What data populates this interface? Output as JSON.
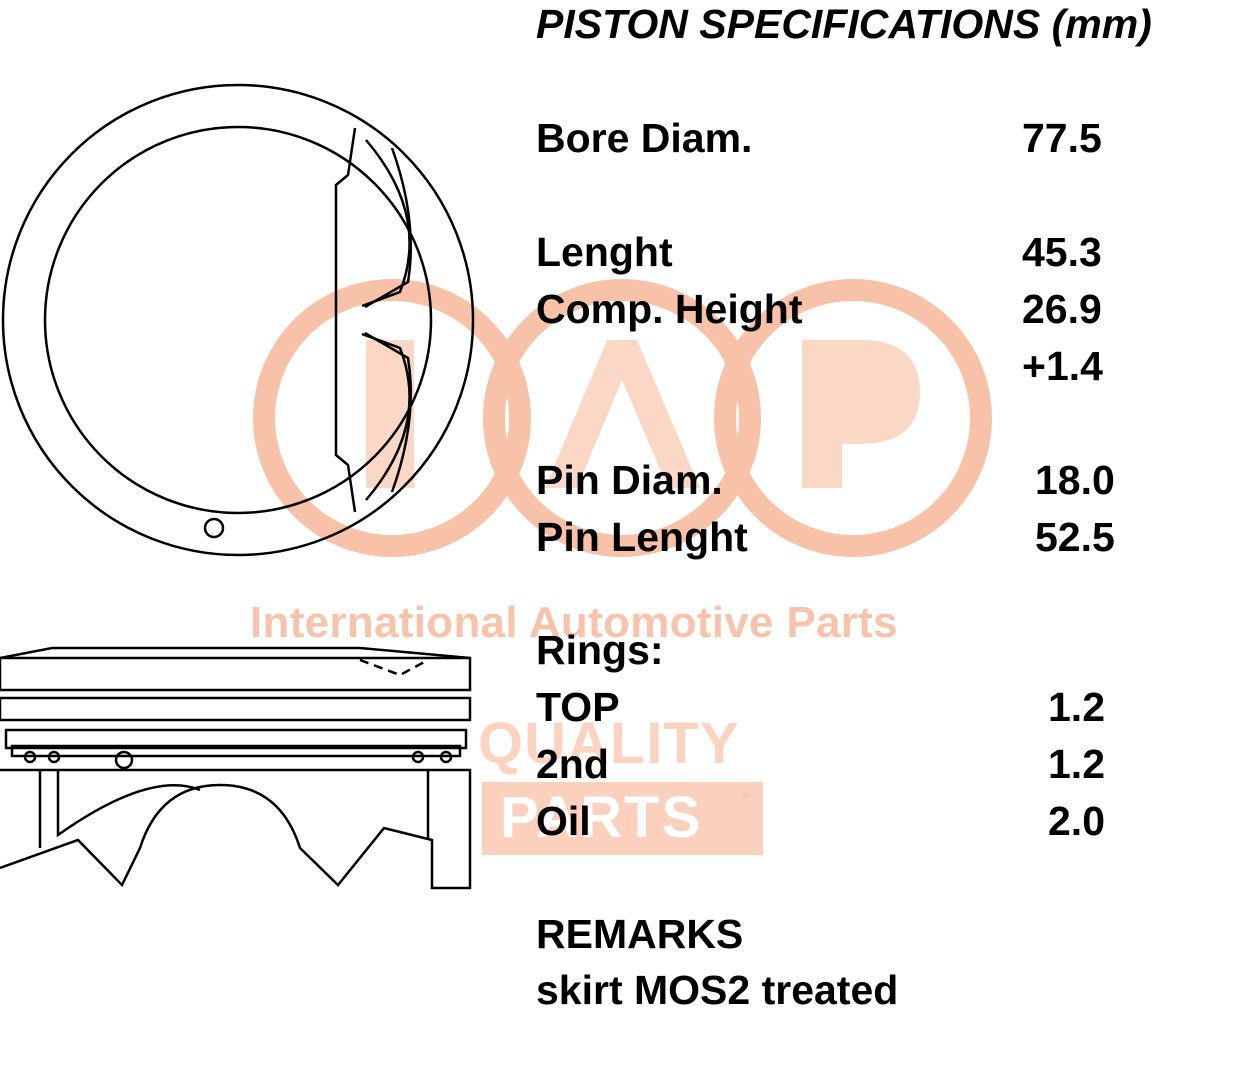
{
  "title": "PISTON SPECIFICATIONS (mm)",
  "specs": {
    "bore_label": "Bore Diam.",
    "bore_value": "77.5",
    "length_label": "Lenght",
    "length_value": "45.3",
    "comp_label": "Comp. Height",
    "comp_value": "26.9",
    "comp_extra": "+1.4",
    "pin_diam_label": "Pin Diam.",
    "pin_diam_value": "18.0",
    "pin_length_label": "Pin Lenght",
    "pin_length_value": "52.5"
  },
  "rings": {
    "heading": "Rings:",
    "top_label": "TOP",
    "top_value": "1.2",
    "second_label": "2nd",
    "second_value": "1.2",
    "oil_label": "Oil",
    "oil_value": "2.0"
  },
  "remarks": {
    "heading": "REMARKS",
    "text": "skirt MOS2 treated"
  },
  "watermark": {
    "company": "International Automotive Parts",
    "quality": "QUALITY",
    "parts": "PARTS",
    "reg_mark": "®",
    "color": "#f4a886"
  }
}
